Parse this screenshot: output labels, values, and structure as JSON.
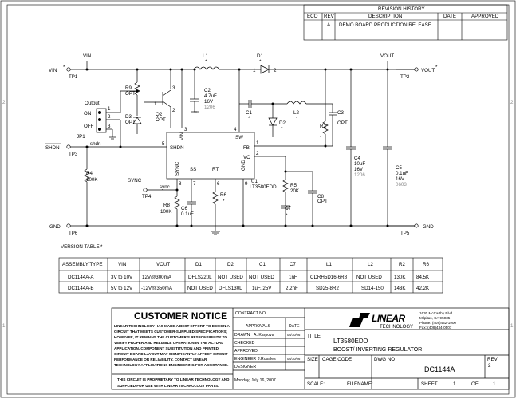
{
  "revision": {
    "title": "REVISION HISTORY",
    "headers": [
      "ECO",
      "REV",
      "DESCRIPTION",
      "DATE",
      "APPROVED"
    ],
    "row": {
      "eco": "",
      "rev": "A",
      "desc": "DEMO BOARD PRODUCTION RELEASE",
      "date": "",
      "approved": ""
    }
  },
  "nets": {
    "vin": "VIN",
    "vin_star": "*",
    "tp1": "TP1",
    "vin_top": "VIN",
    "vout_top": "VOUT",
    "vout": "VOUT",
    "vout_star": "*",
    "tp2": "TP2",
    "shdn": "SHDN",
    "tp3": "TP3",
    "sync": "SYNC",
    "tp4": "TP4",
    "gnd_l": "GND",
    "tp6": "TP6",
    "gnd_r": "GND",
    "tp5": "TP5"
  },
  "parts": {
    "l1": "L1",
    "l1_star": "*",
    "d1": "D1",
    "d1_star": "*",
    "d1_p1": "1",
    "d1_p2": "2",
    "r9": "R9",
    "r9v": "OPT",
    "q2": "Q2",
    "q2v": "OPT",
    "c2": "C2",
    "c2v": "4.7uF",
    "c2r": "16V",
    "c2p": "1206",
    "d3": "D3",
    "d3v": "OPT",
    "c1": "C1",
    "c1_star": "*",
    "l2": "L2",
    "l2_star": "*",
    "d2": "D2",
    "d2_star": "*",
    "c3": "C3",
    "c3v": "OPT",
    "r2": "R2",
    "r2_star": "*",
    "c4": "C4",
    "c4v": "10uF",
    "c4r": "16V",
    "c4p": "1206",
    "c5": "C5",
    "c5v": "0.1uF",
    "c5r": "16V",
    "c5p": "0603",
    "r4": "R4",
    "r4v": "100K",
    "r5": "R5",
    "r5v": "20K",
    "c8": "C8",
    "c8v": "OPT",
    "c7": "C7",
    "c7_star": "*",
    "r6": "R6",
    "r6_star": "*",
    "r8": "R8",
    "r8v": "100K",
    "c6": "C6",
    "c6v": "0.1uF",
    "u1": "U1",
    "u1v": "LT3580EDD",
    "jp1": "JP1",
    "output": "Output",
    "on": "ON",
    "off": "OFF",
    "shdn_net": "shdn",
    "sync_net": "sync",
    "jp_p1": "1",
    "jp_p2": "2",
    "jp_p3": "3",
    "q_p1": "1",
    "q_p2": "2",
    "q_p3": "3"
  },
  "ic": {
    "vin": "VIN",
    "sw": "SW",
    "shdn": "SHDN",
    "fb": "FB",
    "vc": "VC",
    "sync": "SYNC",
    "ss": "SS",
    "rt": "RT",
    "gnd": "GND",
    "p3": "3",
    "p4": "4",
    "p5": "5",
    "p1": "1",
    "p2": "2",
    "p7": "7",
    "p8": "8",
    "p9": "9",
    "p6": "6"
  },
  "version_table": {
    "title": "VERSION TABLE",
    "star": "*",
    "headers": [
      "ASSEMBLY TYPE",
      "VIN",
      "VOUT",
      "D1",
      "D2",
      "C1",
      "C7",
      "L1",
      "L2",
      "R2",
      "R6"
    ],
    "rows": [
      [
        "DC1144A-A",
        "3V to 10V",
        "12V@300mA",
        "DFLS220L",
        "NOT USED",
        "NOT USED",
        "1nF",
        "CDRH5D16-6R8",
        "NOT USED",
        "130K",
        "84.5K"
      ],
      [
        "DC1144A-B",
        "5V to 12V",
        "-12V@350mA",
        "NOT USED",
        "DFLS130L",
        "1uF, 25V",
        "2.2nF",
        "SD25-8R2",
        "SD14-150",
        "143K",
        "42.2K"
      ]
    ]
  },
  "notice": {
    "title": "CUSTOMER NOTICE",
    "lines": [
      "LINEAR TECHNOLOGY HAS MADE A BEST EFFORT TO DESIGN A",
      "CIRCUIT THAT MEETS CUSTOMER-SUPPLIED SPECIFICATIONS;",
      "HOWEVER, IT REMAINS THE CUSTOMER'S RESPONSIBILITY TO",
      "VERIFY PROPER AND RELIABLE OPERATION IN THE ACTUAL",
      "APPLICATION.  COMPONENT SUBSTITUTION AND PRINTED",
      "CIRCUIT BOARD LAYOUT MAY SIGNIFICANTLY AFFECT CIRCUIT",
      "PERFORMANCE OR RELIABILITY.  CONTACT LINEAR",
      "TECHNOLOGY APPLICATIONS ENGINEERING FOR ASSISTANCE."
    ],
    "prop1": "THIS CIRCUIT IS PROPRIETARY TO LINEAR TECHNOLOGY AND",
    "prop2": "SUPPLIED FOR USE WITH LINEAR TECHNOLOGY PARTS."
  },
  "approvals": {
    "contract": "CONTRACT NO.",
    "approvals": "APPROVALS",
    "date": "DATE",
    "drawn": "DRAWN",
    "drawn_name": "A. Karpova",
    "drawn_date": "08/10/06",
    "checked": "CHECKED",
    "approved": "APPROVED",
    "engineer": "ENGINEER",
    "eng_name": "J.Rosales",
    "eng_date": "08/10/06",
    "designer": "DESIGNER",
    "footer_date": "Monday, July 16, 2007"
  },
  "company": {
    "logo": "LINEAR",
    "logo_sub": "TECHNOLOGY",
    "addr1": "1630 McCarthy Blvd.",
    "addr2": "Milpitas, CA 95035",
    "addr3": "Phone: (408)432-1900",
    "addr4": "Fax: (408)434-0507"
  },
  "titleblock": {
    "title": "TITLE",
    "part": "LT3580EDD",
    "desc": "BOOST/ INVERTING REGULATOR",
    "size": "SIZE",
    "cage": "CAGE CODE",
    "dwg": "DWG NO",
    "rev": "REV",
    "rev_val": "2",
    "dwg_val": "DC1144A",
    "scale": "SCALE:",
    "filename": "FILENAME:",
    "sheet": "SHEET",
    "sheet_no": "1",
    "of": "OF",
    "of_no": "1"
  },
  "border": {
    "left_a": "2",
    "left_b": "1",
    "right_a": "2",
    "right_b": "1"
  }
}
